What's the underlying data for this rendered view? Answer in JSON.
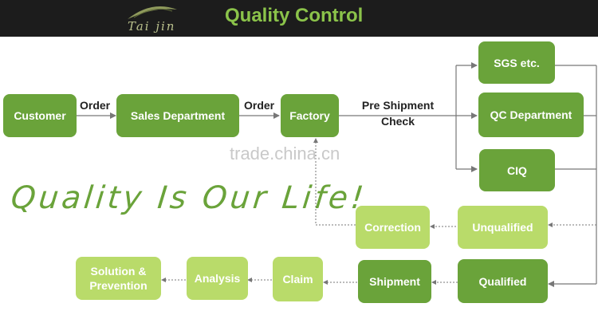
{
  "header": {
    "title": "Quality Control",
    "logo_text": "Tai jin"
  },
  "slogan": "Quality Is Our Life!",
  "watermark": "trade.china.cn",
  "nodes": {
    "customer": "Customer",
    "sales_department": "Sales Department",
    "factory": "Factory",
    "sgs": "SGS etc.",
    "qc_department": "QC Department",
    "ciq": "CIQ",
    "unqualified": "Unqualified",
    "correction": "Correction",
    "qualified": "Qualified",
    "shipment": "Shipment",
    "claim": "Claim",
    "analysis": "Analysis",
    "solution_prevention": "Solution & Prevention"
  },
  "edge_labels": {
    "order_1": "Order",
    "order_2": "Order",
    "pre_shipment": "Pre Shipment Check"
  },
  "colors": {
    "header_bg": "#1c1c1c",
    "title": "#8bc34a",
    "dark_green": "#6aa33a",
    "light_green": "#b9db6a",
    "connector": "#777777"
  }
}
